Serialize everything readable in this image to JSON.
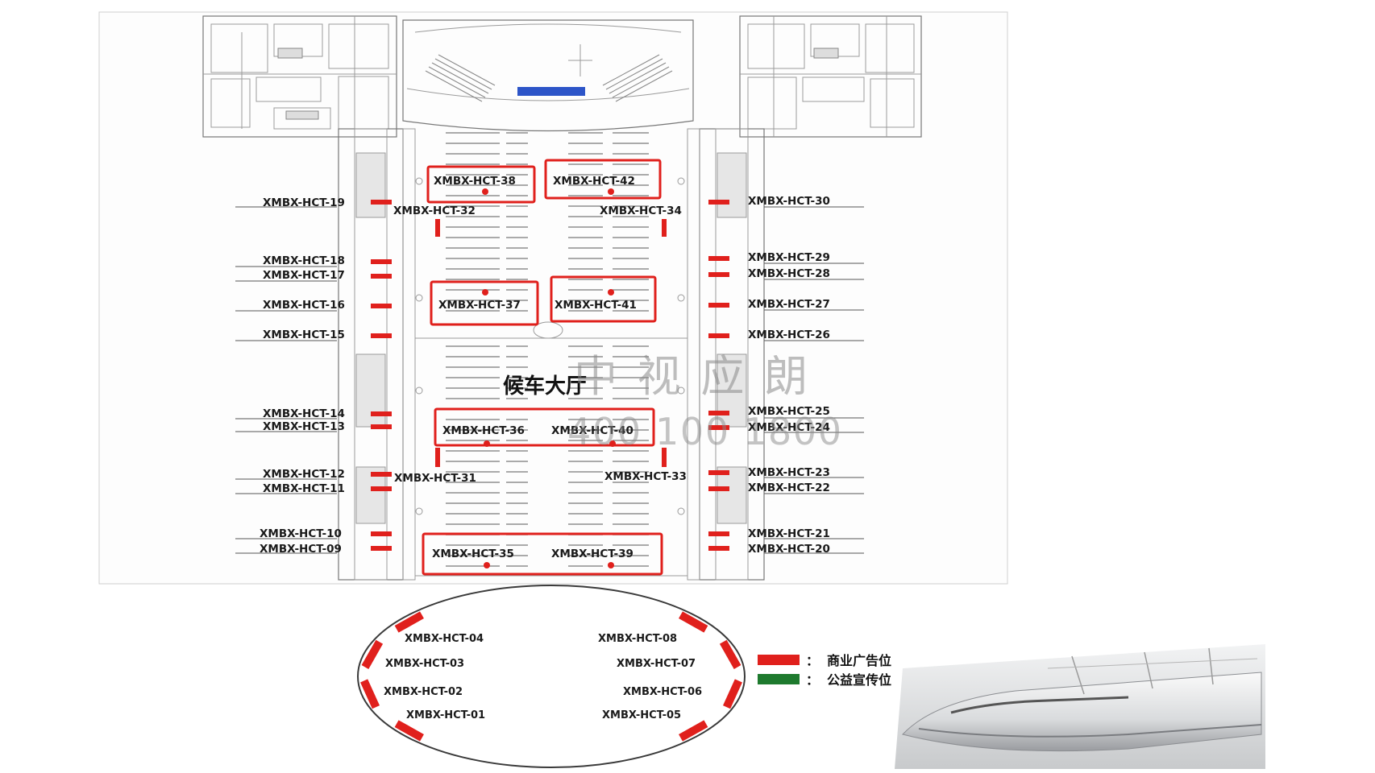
{
  "hall": {
    "label": "候车大厅"
  },
  "watermark": {
    "line1": "中视应朗",
    "line2": "400 100 1800"
  },
  "colors": {
    "commercial": "#e0201c",
    "public": "#1e7a2e",
    "hall_screen": "#2d55c8"
  },
  "left_labels": [
    {
      "id": "19",
      "text": "XMBX-HCT-19"
    },
    {
      "id": "18",
      "text": "XMBX-HCT-18"
    },
    {
      "id": "17",
      "text": "XMBX-HCT-17"
    },
    {
      "id": "16",
      "text": "XMBX-HCT-16"
    },
    {
      "id": "15",
      "text": "XMBX-HCT-15"
    },
    {
      "id": "14",
      "text": "XMBX-HCT-14"
    },
    {
      "id": "13",
      "text": "XMBX-HCT-13"
    },
    {
      "id": "12",
      "text": "XMBX-HCT-12"
    },
    {
      "id": "11",
      "text": "XMBX-HCT-11"
    },
    {
      "id": "10",
      "text": "XMBX-HCT-10"
    },
    {
      "id": "09",
      "text": "XMBX-HCT-09"
    }
  ],
  "right_labels": [
    {
      "id": "30",
      "text": "XMBX-HCT-30"
    },
    {
      "id": "29",
      "text": "XMBX-HCT-29"
    },
    {
      "id": "28",
      "text": "XMBX-HCT-28"
    },
    {
      "id": "27",
      "text": "XMBX-HCT-27"
    },
    {
      "id": "26",
      "text": "XMBX-HCT-26"
    },
    {
      "id": "25",
      "text": "XMBX-HCT-25"
    },
    {
      "id": "24",
      "text": "XMBX-HCT-24"
    },
    {
      "id": "23",
      "text": "XMBX-HCT-23"
    },
    {
      "id": "22",
      "text": "XMBX-HCT-22"
    },
    {
      "id": "21",
      "text": "XMBX-HCT-21"
    },
    {
      "id": "20",
      "text": "XMBX-HCT-20"
    }
  ],
  "center_labels": [
    {
      "id": "38",
      "text": "XMBX-HCT-38"
    },
    {
      "id": "42",
      "text": "XMBX-HCT-42"
    },
    {
      "id": "32",
      "text": "XMBX-HCT-32"
    },
    {
      "id": "34",
      "text": "XMBX-HCT-34"
    },
    {
      "id": "37",
      "text": "XMBX-HCT-37"
    },
    {
      "id": "41",
      "text": "XMBX-HCT-41"
    },
    {
      "id": "36",
      "text": "XMBX-HCT-36"
    },
    {
      "id": "40",
      "text": "XMBX-HCT-40"
    },
    {
      "id": "31",
      "text": "XMBX-HCT-31"
    },
    {
      "id": "33",
      "text": "XMBX-HCT-33"
    },
    {
      "id": "35",
      "text": "XMBX-HCT-35"
    },
    {
      "id": "39",
      "text": "XMBX-HCT-39"
    }
  ],
  "oval_labels": [
    {
      "id": "04",
      "text": "XMBX-HCT-04"
    },
    {
      "id": "03",
      "text": "XMBX-HCT-03"
    },
    {
      "id": "02",
      "text": "XMBX-HCT-02"
    },
    {
      "id": "01",
      "text": "XMBX-HCT-01"
    },
    {
      "id": "08",
      "text": "XMBX-HCT-08"
    },
    {
      "id": "07",
      "text": "XMBX-HCT-07"
    },
    {
      "id": "06",
      "text": "XMBX-HCT-06"
    },
    {
      "id": "05",
      "text": "XMBX-HCT-05"
    }
  ],
  "legend": {
    "commercial": "商业广告位",
    "public": "公益宣传位",
    "separator": "："
  }
}
